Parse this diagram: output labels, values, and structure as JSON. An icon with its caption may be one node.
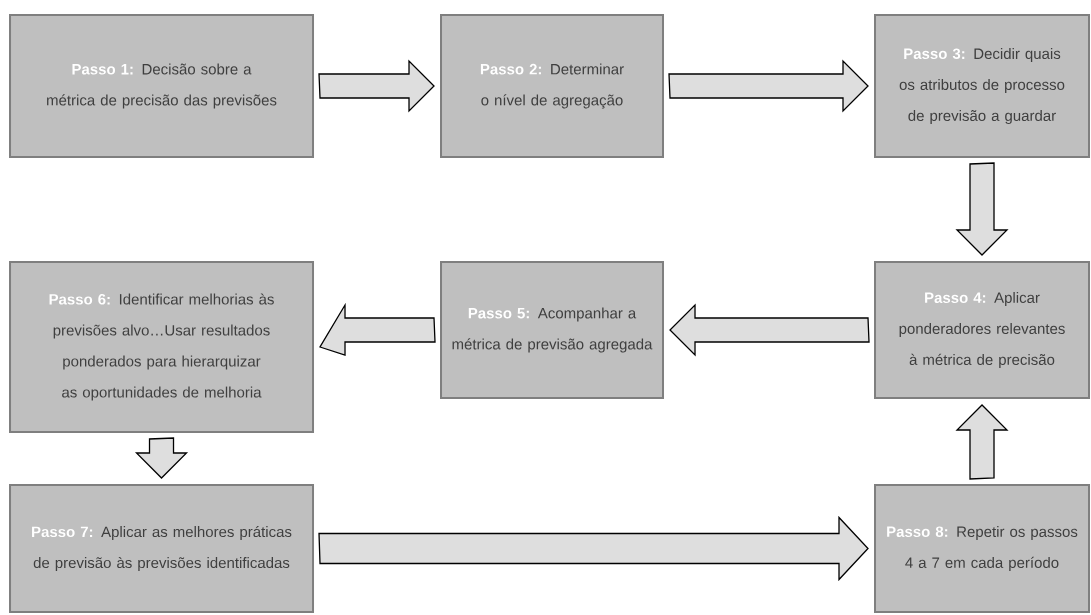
{
  "diagram": {
    "nodes": [
      {
        "text": [
          "Passo 1:",
          "Decisão sobre a métrica de precisão das previsões"
        ]
      },
      {
        "text": [
          "Passo 2:",
          "Determinar o nível de agregação"
        ]
      },
      {
        "text": [
          "Passo 3:",
          "Decidir quais os atributos de processo de previsão a guardar"
        ]
      },
      {
        "text": [
          "Passo 4:",
          "Aplicar ponderadores relevantes  à métrica de precisão"
        ]
      },
      {
        "text": [
          "Passo 5:",
          "Acompanhar a métrica de previsão agregada"
        ]
      },
      {
        "text": [
          "Passo 6:",
          "Identificar melhorias às previsões alvo…Usar resultados ponderados para hierarquizar as oportunidades de melhoria"
        ]
      },
      {
        "text": [
          "Passo 7:",
          "Aplicar as melhores práticas de previsão às previsões identificadas"
        ]
      },
      {
        "text": [
          "Passo 8:",
          "Repetir os passos 4 a 7 em cada período"
        ]
      }
    ],
    "edges": [
      {
        "from": 0,
        "to": 1,
        "arrow": "to"
      },
      {
        "from": 1,
        "to": 2,
        "arrow": "to"
      },
      {
        "from": 2,
        "to": 3,
        "arrow": "to"
      },
      {
        "from": 3,
        "to": 4,
        "arrow": "to"
      },
      {
        "from": 4,
        "to": 5,
        "arrow": "to"
      },
      {
        "from": 5,
        "to": 6,
        "arrow": "to"
      },
      {
        "from": 6,
        "to": 7,
        "arrow": "to",
        "style": "thick"
      },
      {
        "from": 7,
        "to": 3,
        "arrow": "to"
      }
    ]
  }
}
